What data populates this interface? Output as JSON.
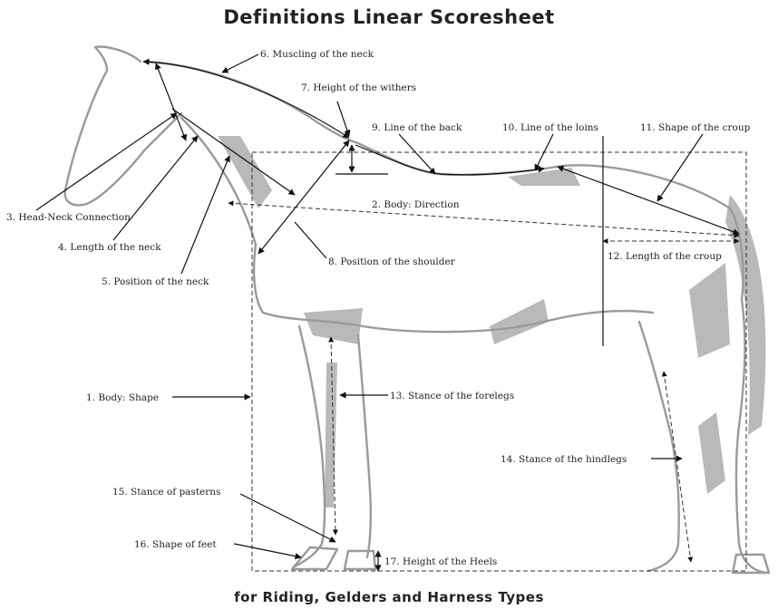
{
  "title": "Definitions Linear Scoresheet",
  "subtitle": "for Riding, Gelders and Harness Types",
  "labels": {
    "l1": "1. Body: Shape",
    "l2": "2. Body: Direction",
    "l3": "3. Head-Neck Connection",
    "l4": "4. Length of the neck",
    "l5": "5. Position of the neck",
    "l6": "6. Muscling of the neck",
    "l7": "7. Height of the withers",
    "l8": "8. Position of the shoulder",
    "l9": "9. Line of the back",
    "l10": "10. Line of the loins",
    "l11": "11. Shape of the croup",
    "l12": "12. Length of the croup",
    "l13": "13. Stance of the forelegs",
    "l14": "14. Stance of the hindlegs",
    "l15": "15. Stance of pasterns",
    "l16": "16. Shape of feet",
    "l17": "17. Height of the Heels"
  }
}
